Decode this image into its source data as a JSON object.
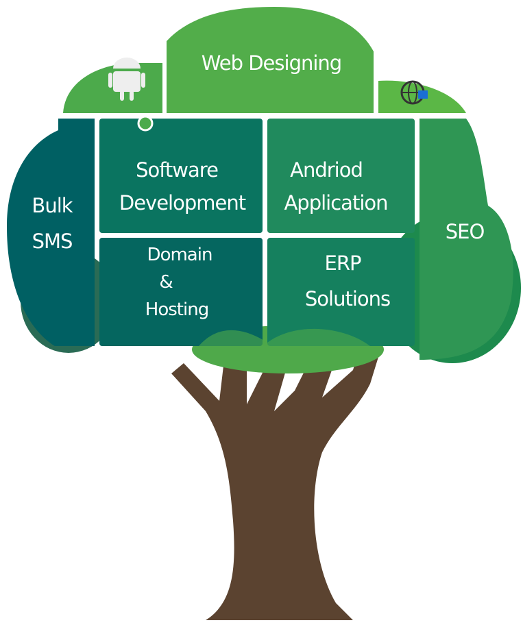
{
  "title": "Services Tree",
  "colors": {
    "trunk": "#5b4330",
    "light_green": "#52ad4a",
    "mid_green": "#389856",
    "teal": "#08705f",
    "dark_teal": "#006063",
    "seo": "#2f9654"
  },
  "icons": {
    "top_left": "android-icon",
    "top_right": "globe-cart-icon"
  },
  "pieces": {
    "web_designing": "Web Designing",
    "bulk_sms": [
      "Bulk",
      "SMS"
    ],
    "software_development": [
      "Software",
      "Development"
    ],
    "android_application": [
      "Andriod",
      "Application"
    ],
    "seo": "SEO",
    "domain_hosting": [
      "Domain",
      "&",
      "Hosting"
    ],
    "erp_solutions": [
      "ERP",
      "Solutions"
    ]
  }
}
